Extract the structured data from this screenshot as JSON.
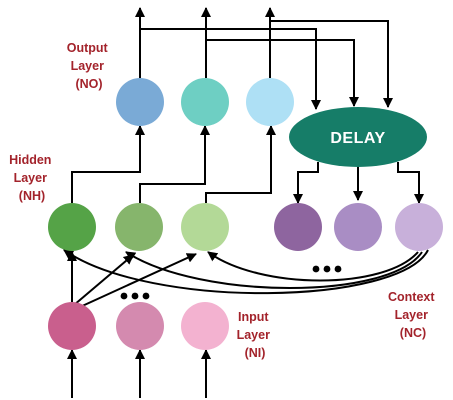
{
  "labels": {
    "output": [
      "Output",
      "Layer",
      "(NO)"
    ],
    "hidden": [
      "Hidden",
      "Layer",
      "(NH)"
    ],
    "input": [
      "Input",
      "Layer",
      "(NI)"
    ],
    "context": [
      "Context",
      "Layer",
      "(NC)"
    ],
    "delay": "DELAY"
  },
  "colors": {
    "label": "#a3232b",
    "delay": "#167d68",
    "output": [
      "#7aaad6",
      "#6ecfc3",
      "#aee0f5"
    ],
    "hidden": [
      "#55a347",
      "#86b56c",
      "#b3d997"
    ],
    "context": [
      "#8e659f",
      "#a98dc4",
      "#c8b0da"
    ],
    "input": [
      "#c95f8d",
      "#d48aaf",
      "#f3b2d0"
    ]
  }
}
